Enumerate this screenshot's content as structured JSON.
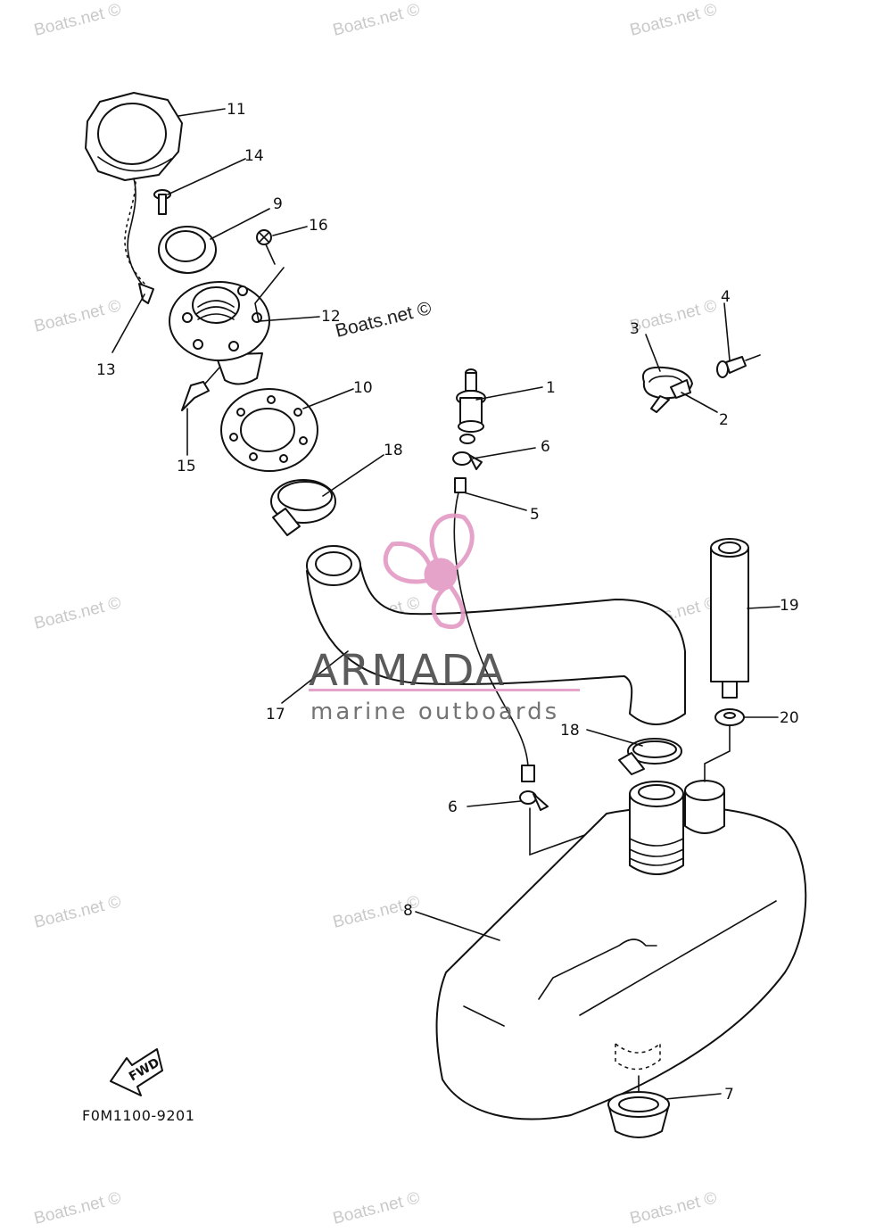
{
  "watermark_text": "Boats.net ©",
  "brand": {
    "name": "ARMADA",
    "tagline": "marine outboards",
    "accent_color": "#e39ac4"
  },
  "drawing_code": "F0M1100-9201",
  "fwd_label": "FWD",
  "callouts": [
    "1",
    "2",
    "3",
    "4",
    "5",
    "6",
    "6",
    "7",
    "8",
    "9",
    "10",
    "11",
    "12",
    "13",
    "14",
    "15",
    "16",
    "17",
    "18",
    "18",
    "19",
    "20"
  ]
}
